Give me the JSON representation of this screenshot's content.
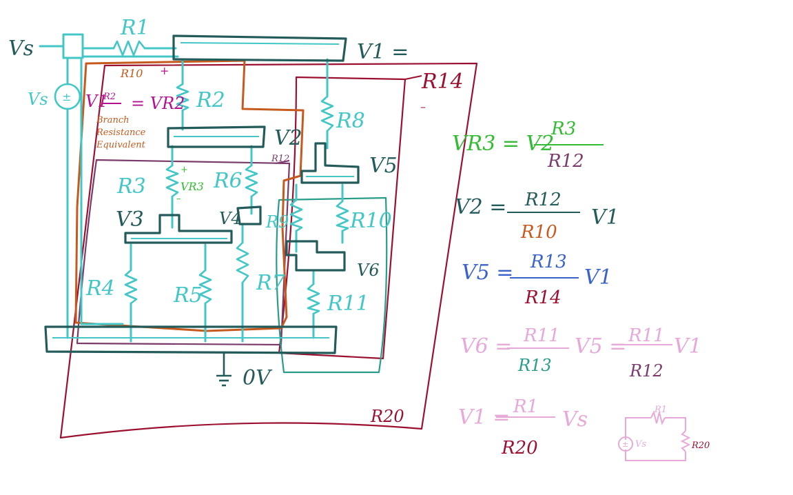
{
  "colors": {
    "wire": "#43c6c6",
    "node": "#235a5a",
    "loop_orange": "#c65a1e",
    "loop_crimson": "#9b1030",
    "loop_purple": "#7a3a6a",
    "loop_teal": "#2a9c8a",
    "magenta": "#b3128f",
    "green": "#33bb33",
    "purple": "#7a3a6a",
    "blue": "#3a62c8",
    "pink": "#e7a9d9",
    "orange": "#c65a1e",
    "crimson": "#9b1030",
    "teal": "#2a9c8a"
  },
  "circuit": {
    "vs_top": "Vs",
    "r1": "R1",
    "v1_top": "V1 =",
    "source_symbol": "±",
    "source_vs": "Vs",
    "r10_top": "R10",
    "plus1": "+",
    "note_v1": "V1",
    "note_r2": "R2",
    "note_eq": "= VR2",
    "note_line1": "Branch",
    "note_line2": "Resistance",
    "note_line3": "Equivalent",
    "r2": "R2",
    "v2": "V2",
    "r12_small": "R12",
    "r8": "R8",
    "r14": "R14",
    "r14_tick": "–",
    "v5": "V5",
    "r3": "R3",
    "plus2": "+",
    "vr3": "VR3",
    "minus": "–",
    "r6": "R6",
    "v3": "V3",
    "v4": "V4",
    "r9": "R9",
    "r10": "R10",
    "v6": "V6",
    "r4": "R4",
    "r5": "R5",
    "r7": "R7",
    "r11": "R11",
    "ground": "0V",
    "r20": "R20"
  },
  "equations": {
    "eq1_lhs": "VR3 = V2",
    "eq1_num": "R3",
    "eq1_den": "R12",
    "eq2_lhs": "V2 =",
    "eq2_num": "R12",
    "eq2_den": "R10",
    "eq2_rhs": "V1",
    "eq3_lhs": "V5 =",
    "eq3_num": "R13",
    "eq3_den": "R14",
    "eq3_rhs": "V1",
    "eq4_lhs": "V6 =",
    "eq4_num": "R11",
    "eq4_den": "R13",
    "eq4_mid": "V5 =",
    "eq4_num2": "R11",
    "eq4_den2": "R12",
    "eq4_rhs": "V1",
    "eq5_lhs": "V1 =",
    "eq5_num": "R1",
    "eq5_den": "R20",
    "eq5_rhs": "Vs"
  },
  "mini": {
    "r1": "R1",
    "source": "±",
    "vs": "Vs",
    "r20": "R20"
  }
}
